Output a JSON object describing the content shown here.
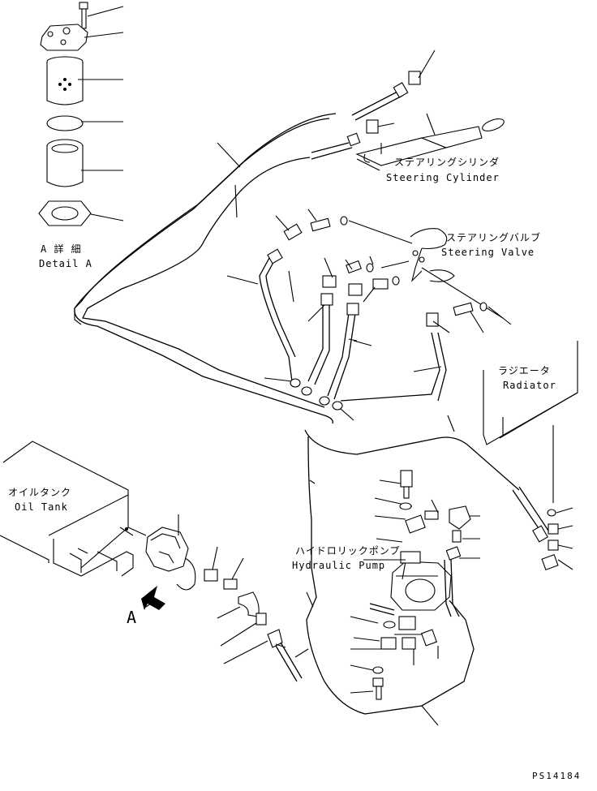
{
  "labels": {
    "detail_jp": "A 詳 細",
    "detail_en": "Detail A",
    "steering_cylinder_jp": "ステアリングシリンダ",
    "steering_cylinder_en": "Steering Cylinder",
    "steering_valve_jp": "ステアリングバルブ",
    "steering_valve_en": "Steering Valve",
    "radiator_jp": "ラジエータ",
    "radiator_en": "Radiator",
    "oil_tank_jp": "オイルタンク",
    "oil_tank_en": "Oil Tank",
    "hydraulic_pump_jp": "ハイドロリックポンプ",
    "hydraulic_pump_en": "Hydraulic Pump",
    "view_marker": "A",
    "drawing_number": "PS14184"
  }
}
